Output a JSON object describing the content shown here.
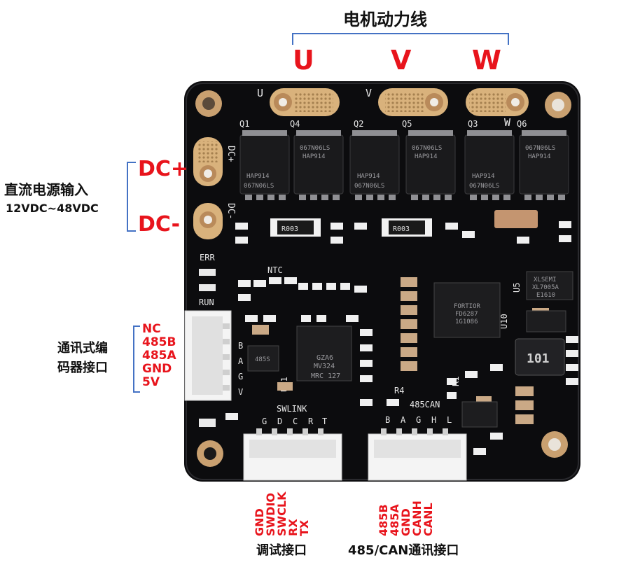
{
  "labels": {
    "motor_power_line": "电机动力线",
    "phase_u": "U",
    "phase_v": "V",
    "phase_w": "W",
    "dc_plus": "DC+",
    "dc_minus": "DC-",
    "dc_input_title": "直流电源输入",
    "dc_voltage": "12VDC~48VDC",
    "encoder_title_line1": "通讯式编",
    "encoder_title_line2": "码器接口",
    "debug_title": "调试接口",
    "can_title": "485/CAN通讯接口"
  },
  "encoder_pins": [
    "NC",
    "485B",
    "485A",
    "GND",
    "5V"
  ],
  "debug_pins": [
    "GND",
    "SWDIO",
    "SWCLK",
    "RX",
    "TX"
  ],
  "can_pins": [
    "485B",
    "485A",
    "GND",
    "CANH",
    "CANL"
  ],
  "silkscreen": {
    "u": "U",
    "v": "V",
    "w": "W",
    "q1": "Q1",
    "q2": "Q2",
    "q3": "Q3",
    "q4": "Q4",
    "q5": "Q5",
    "q6": "Q6",
    "dc_plus": "DC+",
    "dc_minus": "DC-",
    "err": "ERR",
    "run": "RUN",
    "ntc": "NTC",
    "swlink": "SWLINK",
    "can485": "485CAN",
    "r1": "R1",
    "r4": "R4",
    "u5": "U5",
    "u10": "U10",
    "u11": "U11",
    "enc_letters": [
      "B",
      "A",
      "G",
      "V"
    ],
    "dbg_letters": [
      "G",
      "D",
      "C",
      "R",
      "T"
    ],
    "can_letters": [
      "B",
      "A",
      "G",
      "H",
      "L"
    ],
    "mosfet_text1": "067N06LS",
    "mosfet_text2": "HAP914",
    "shunt": "R003",
    "inductor": "101",
    "mcu_line1": "GZA6",
    "mcu_line2": "MV324",
    "mcu_line3": "MRC 127",
    "driver_line1": "FORTIOR",
    "driver_line2": "FD6287",
    "driver_line3": "1G1086",
    "reg_line1": "XLSEMI",
    "reg_line2": "XL7005A",
    "reg_line3": "E1610",
    "xcvr": "485S"
  },
  "colors": {
    "pcb": "#0c0c0e",
    "label_red": "#e8141c",
    "bracket_blue": "#4472c4",
    "pad_gold": "#d9b27c"
  }
}
